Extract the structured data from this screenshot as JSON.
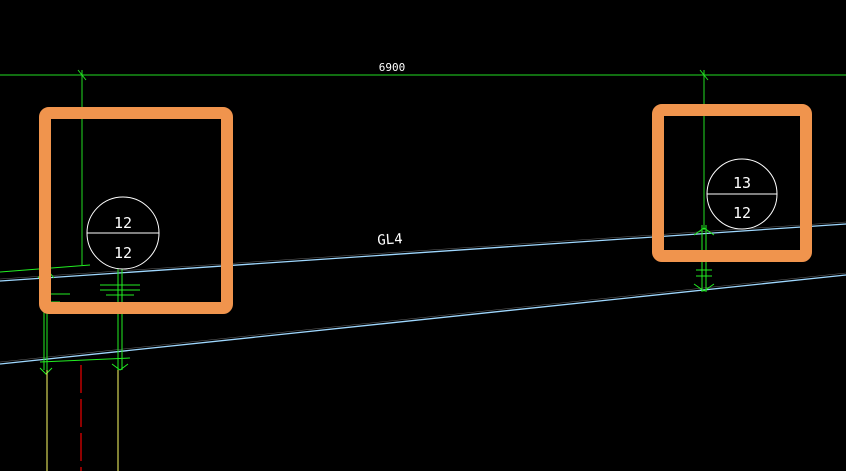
{
  "drawing": {
    "dimension_label": "6900",
    "beam_label": "GL4",
    "axis_bubble_left": {
      "top": "12",
      "bottom": "12"
    },
    "axis_bubble_right": {
      "top": "13",
      "bottom": "12"
    }
  },
  "colors": {
    "background": "#000000",
    "dimension_line": "#22dd22",
    "beam_line": "#9fd8ff",
    "column_line": "#22ee22",
    "highlight_box": "#f0944d",
    "yellow_line": "#ffff66",
    "red_line": "#cc0000",
    "text": "#ffffff"
  }
}
